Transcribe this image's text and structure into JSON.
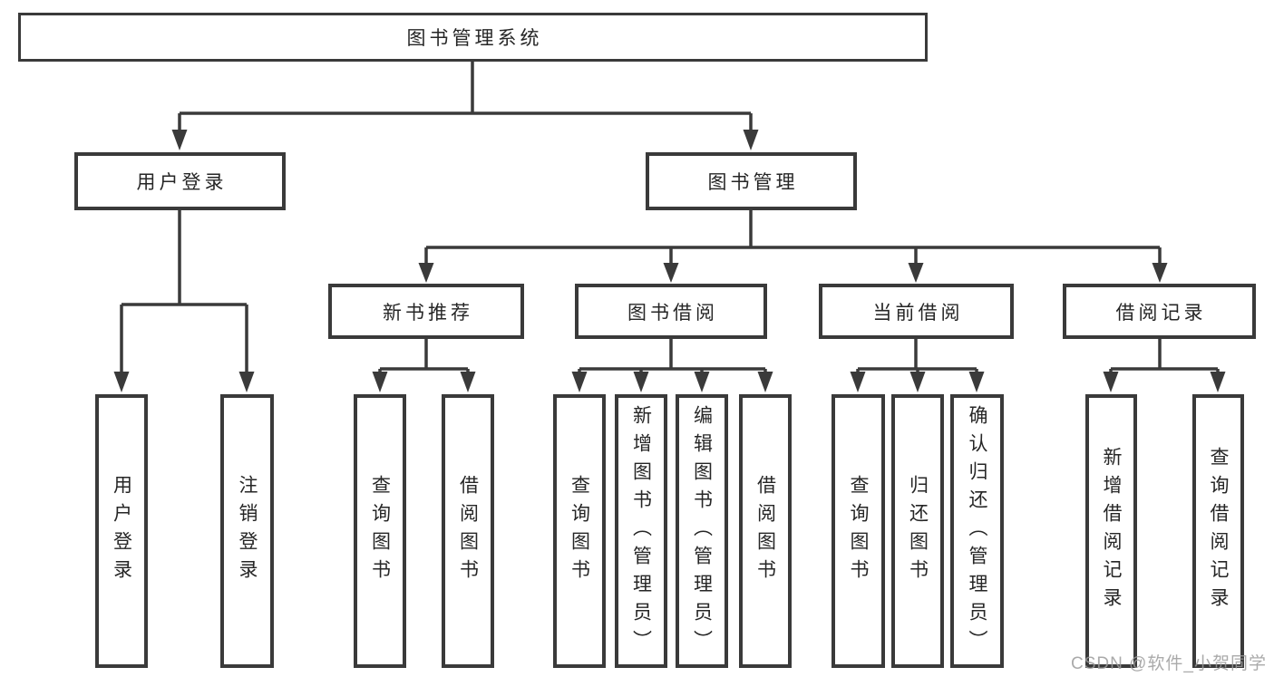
{
  "diagram": {
    "type": "function-tree",
    "root": {
      "label": "图书管理系统"
    },
    "branches": [
      {
        "label": "用户登录",
        "children": [
          {
            "label": "用户登录"
          },
          {
            "label": "注销登录"
          }
        ]
      },
      {
        "label": "图书管理",
        "groups": [
          {
            "label": "新书推荐",
            "children": [
              {
                "label": "查询图书"
              },
              {
                "label": "借阅图书"
              }
            ]
          },
          {
            "label": "图书借阅",
            "children": [
              {
                "label": "查询图书"
              },
              {
                "label": "新增图书（管理员）"
              },
              {
                "label": "编辑图书（管理员）"
              },
              {
                "label": "借阅图书"
              }
            ]
          },
          {
            "label": "当前借阅",
            "children": [
              {
                "label": "查询图书"
              },
              {
                "label": "归还图书"
              },
              {
                "label": "确认归还（管理员）"
              }
            ]
          },
          {
            "label": "借阅记录",
            "children": [
              {
                "label": "新增借阅记录"
              },
              {
                "label": "查询借阅记录"
              }
            ]
          }
        ]
      }
    ]
  },
  "watermark": "CSDN @软件_小贺同学",
  "colors": {
    "background": "#ffffff",
    "line": "#3a3a3a",
    "box_border": "#3a3a3a",
    "text": "#262626",
    "watermark": "#9c9c9c"
  }
}
